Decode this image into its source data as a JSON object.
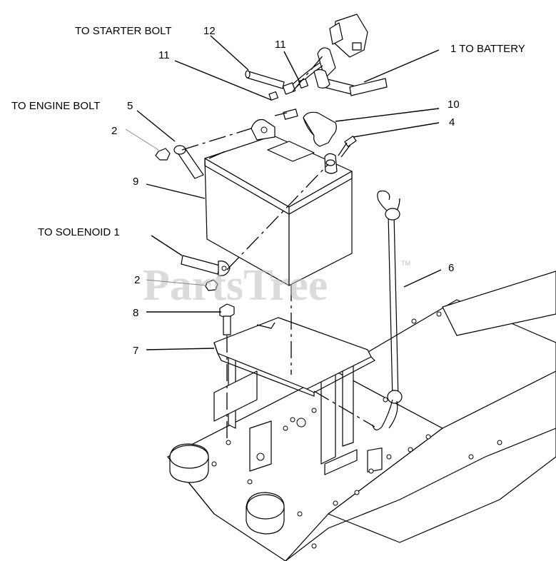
{
  "labels": {
    "starter_bolt": "TO STARTER BOLT",
    "starter_bolt_num": "12",
    "battery": "1 TO BATTERY",
    "engine_bolt": "TO ENGINE BOLT",
    "engine_bolt_num": "5",
    "solenoid": "TO SOLENOID 1",
    "n11a": "11",
    "n11b": "11",
    "n10": "10",
    "n4": "4",
    "n2a": "2",
    "n9": "9",
    "n2b": "2",
    "n6": "6",
    "n8": "8",
    "n7": "7"
  },
  "watermark": {
    "text": "PartsTree",
    "tm": "TM"
  }
}
